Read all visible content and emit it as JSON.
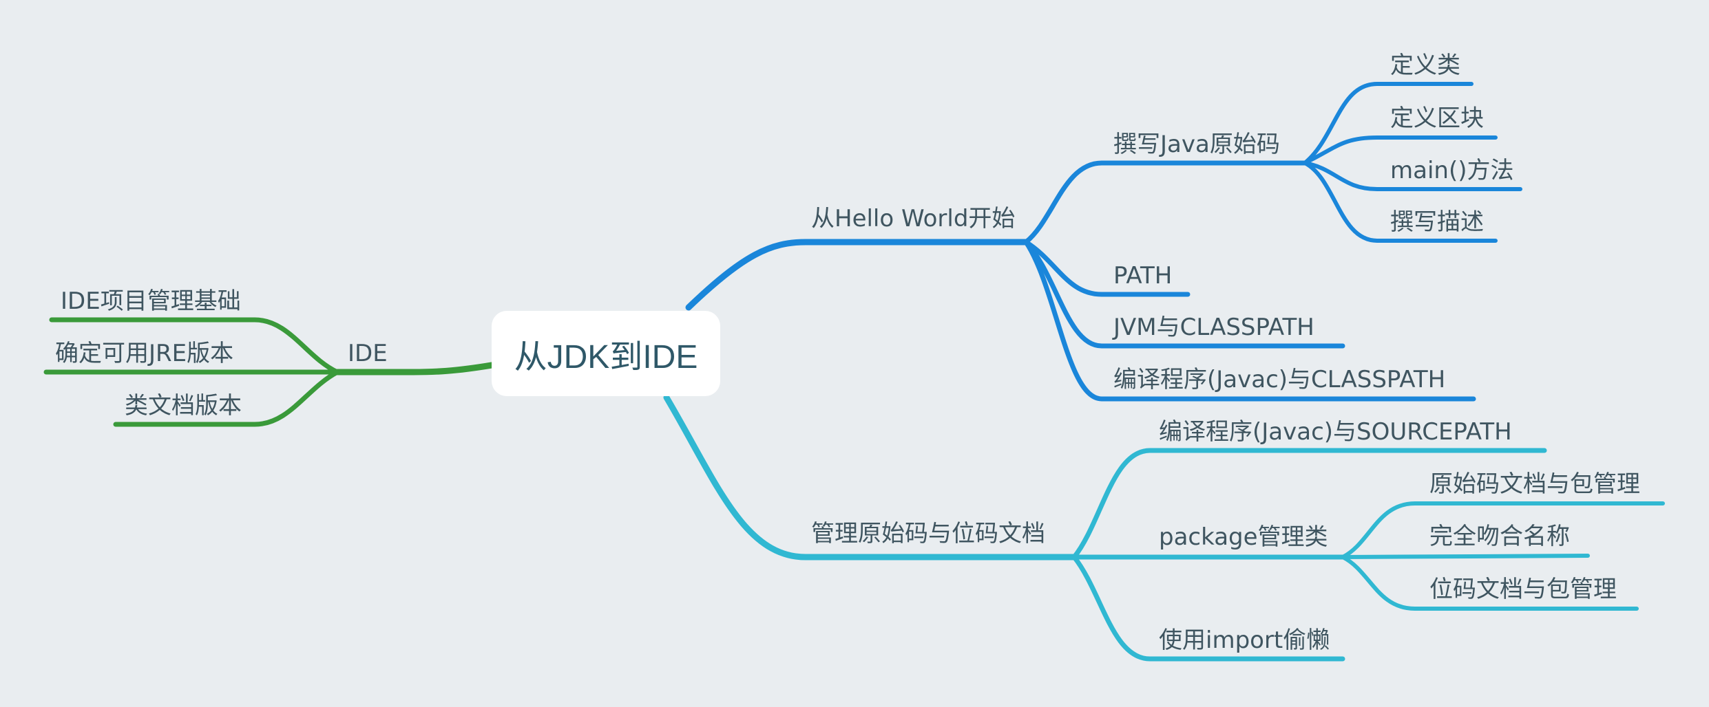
{
  "root": {
    "label": "从JDK到IDE"
  },
  "colors": {
    "background": "#e9edf0",
    "root_box": "#ffffff",
    "root_text": "#2f5868",
    "node_text": "#3f5560",
    "branch_blue": "#1a86da",
    "branch_cyan": "#30b8d2",
    "branch_green": "#3a9a3a"
  },
  "branches": {
    "hello": {
      "label": "从Hello World开始",
      "children": {
        "write_java": {
          "label": "撰写Java原始码",
          "children": {
            "define_class": "定义类",
            "define_block": "定义区块",
            "main_method": "main()方法",
            "write_desc": "撰写描述"
          }
        },
        "path": {
          "label": "PATH"
        },
        "jvm_classpath": {
          "label": "JVM与CLASSPATH"
        },
        "javac_classpath": {
          "label": "编译程序(Javac)与CLASSPATH"
        }
      }
    },
    "manage": {
      "label": "管理原始码与位码文档",
      "children": {
        "javac_sourcepath": {
          "label": "编译程序(Javac)与SOURCEPATH"
        },
        "package_mgmt": {
          "label": "package管理类",
          "children": {
            "source_pkg": "原始码文档与包管理",
            "full_name": "完全吻合名称",
            "bytecode_pkg": "位码文档与包管理"
          }
        },
        "import_lazy": {
          "label": "使用import偷懒"
        }
      }
    },
    "ide": {
      "label": "IDE",
      "children": {
        "project_basics": "IDE项目管理基础",
        "jre_version": "确定可用JRE版本",
        "class_version": "类文档版本"
      }
    }
  }
}
